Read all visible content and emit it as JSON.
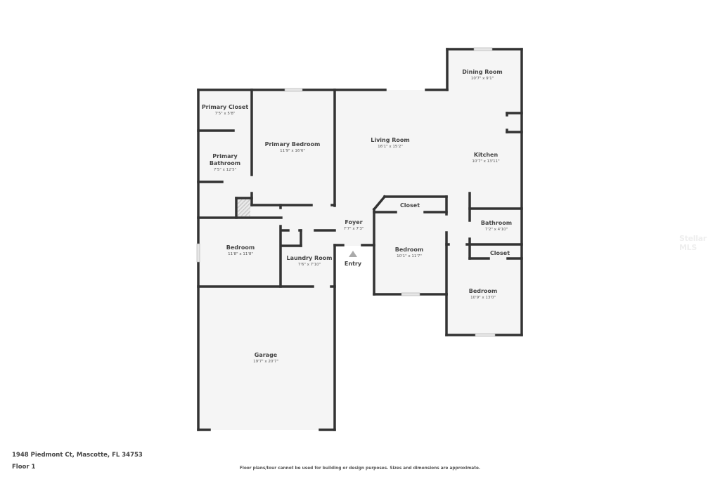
{
  "footer": {
    "address": "1948 Piedmont Ct, Mascotte, FL 34753",
    "floor": "Floor 1",
    "disclaimer": "Floor plans/tour cannot be used for building or design purposes. Sizes and dimensions are approximate."
  },
  "watermark": "Stellar MLS",
  "colors": {
    "wall": "#333333",
    "floor_fill": "#f5f5f5",
    "window": "#e6e6e6",
    "text": "#444444"
  },
  "rooms": {
    "primary_closet": {
      "name": "Primary Closet",
      "dim": "7'5\" x 5'8\""
    },
    "primary_bathroom": {
      "name1": "Primary",
      "name2": "Bathroom",
      "dim": "7'5\" x 12'5\""
    },
    "primary_bedroom": {
      "name": "Primary Bedroom",
      "dim": "11'9\" x 16'6\""
    },
    "living_room": {
      "name": "Living Room",
      "dim": "16'1\" x 15'2\""
    },
    "dining_room": {
      "name": "Dining Room",
      "dim": "10'7\" x 9'1\""
    },
    "kitchen": {
      "name": "Kitchen",
      "dim": "10'7\" x 13'11\""
    },
    "foyer": {
      "name": "Foyer",
      "dim": "7'7\" x 7'3\""
    },
    "entry": {
      "name": "Entry"
    },
    "bedroom_left": {
      "name": "Bedroom",
      "dim": "11'8\" x 11'8\""
    },
    "laundry_room": {
      "name": "Laundry Room",
      "dim": "7'6\" x 7'10\""
    },
    "closet_center": {
      "name": "Closet"
    },
    "bedroom_center": {
      "name": "Bedroom",
      "dim": "10'1\" x 11'7\""
    },
    "bathroom": {
      "name": "Bathroom",
      "dim": "7'2\" x 4'10\""
    },
    "closet_right": {
      "name": "Closet"
    },
    "bedroom_right": {
      "name": "Bedroom",
      "dim": "10'9\" x 13'0\""
    },
    "garage": {
      "name": "Garage",
      "dim": "19'7\" x 20'7\""
    }
  }
}
